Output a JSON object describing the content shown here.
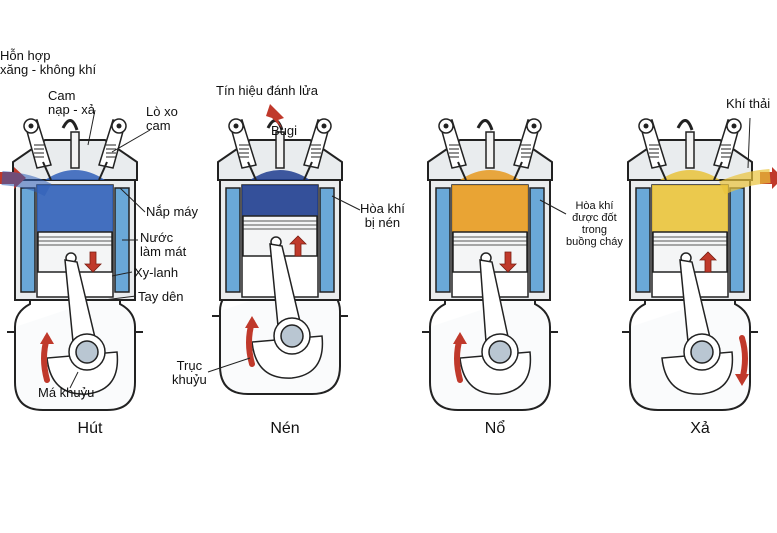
{
  "labels": {
    "mixture": "Hỗn hợp\nxăng - không khí",
    "cam": "Cam\nnạp - xả",
    "spring": "Lò xo\ncam",
    "head": "Nắp máy",
    "coolant": "Nước\nlàm mát",
    "cylinder": "Xy-lanh",
    "rod": "Tay dên",
    "web": "Má khuỷu",
    "spark_signal": "Tín hiệu đánh lửa",
    "plug": "Bugi",
    "compressed": "Hòa khí\nbị nén",
    "crankshaft": "Trục\nkhuỷu",
    "burned": "Hòa khí\nđược đốt\ntrong\nbuồng cháy",
    "exhaust": "Khí thải"
  },
  "strokes": [
    {
      "caption": "Hút",
      "chamber_color": "#2f5fb8",
      "piston_dir": "down",
      "crank_dir": "cw"
    },
    {
      "caption": "Nén",
      "chamber_color": "#1e3d8f",
      "piston_dir": "up",
      "crank_dir": "cw"
    },
    {
      "caption": "Nổ",
      "chamber_color": "#e79a1e",
      "piston_dir": "down",
      "crank_dir": "ccw"
    },
    {
      "caption": "Xả",
      "chamber_color": "#e9c33a",
      "piston_dir": "up",
      "crank_dir": "cw"
    }
  ],
  "colors": {
    "coolant": "#6aa8d8",
    "arrow": "#c0392b",
    "metal": "#e9ecee",
    "outline": "#222222"
  }
}
